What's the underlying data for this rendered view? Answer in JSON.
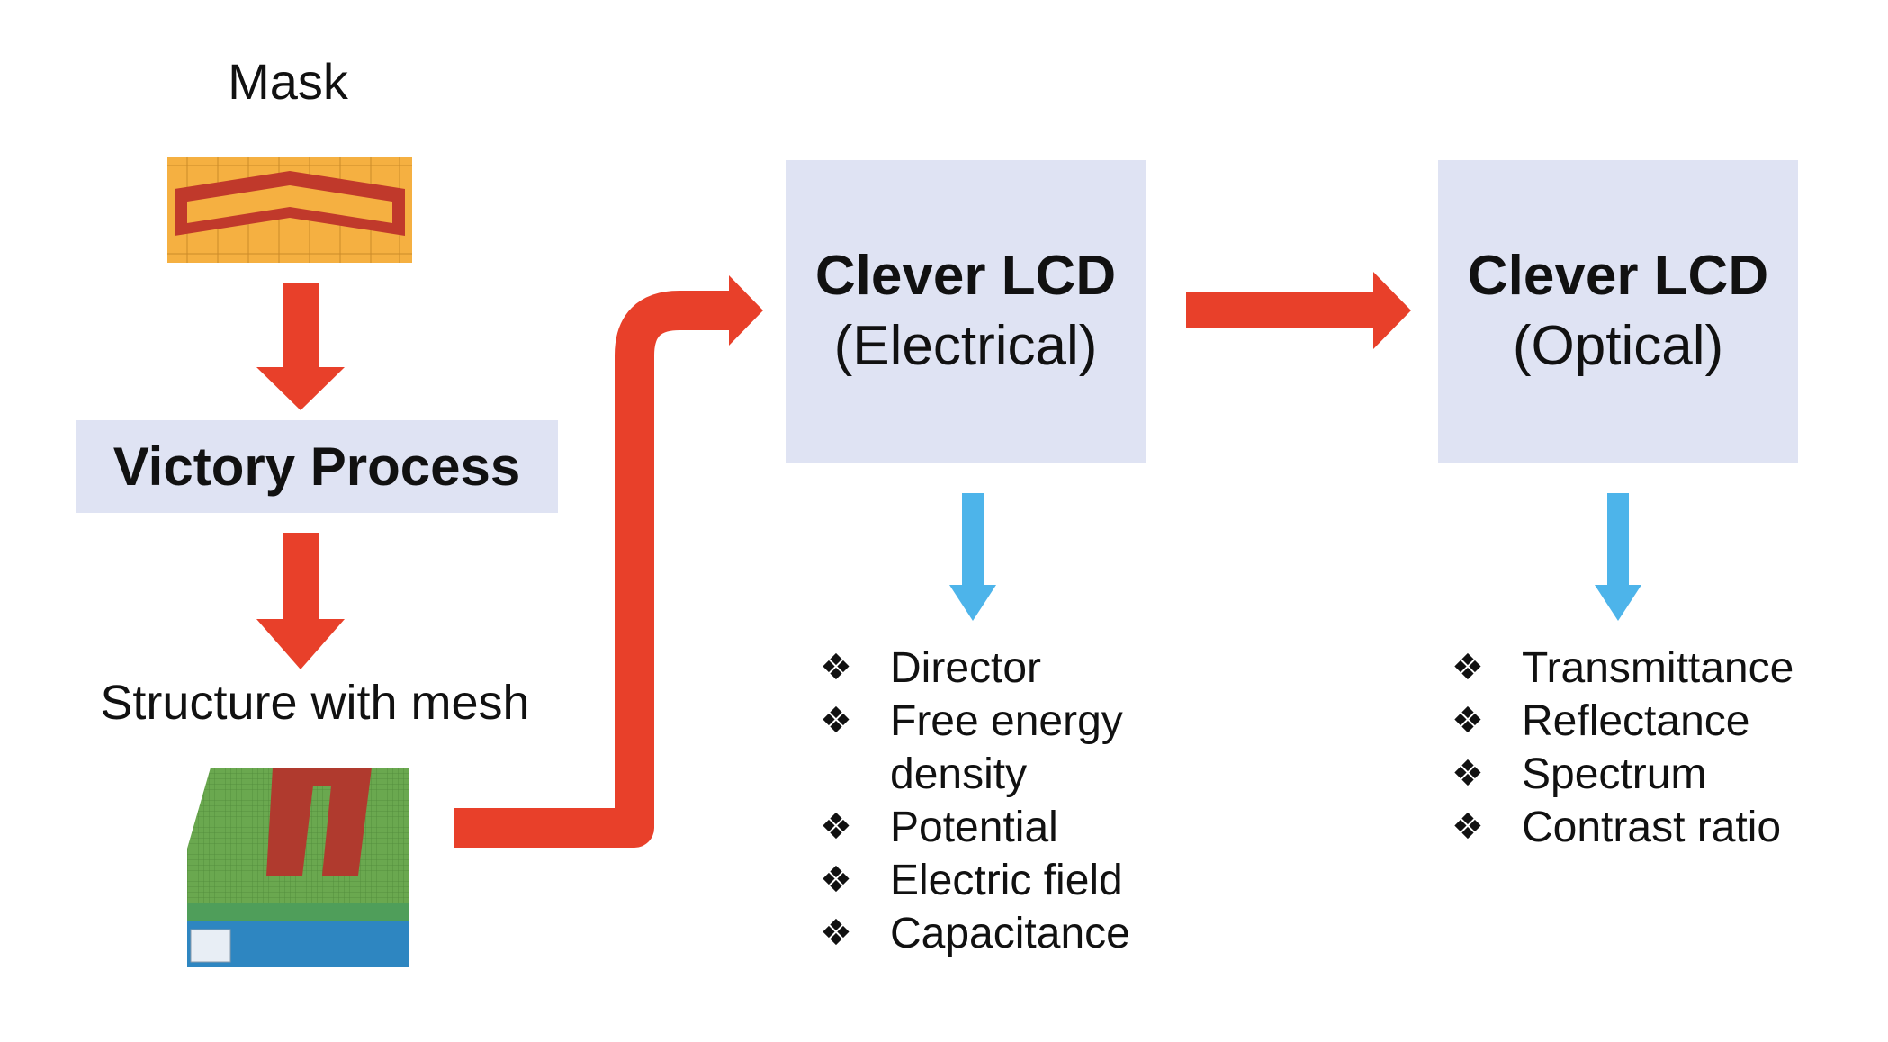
{
  "mask": {
    "label": "Mask"
  },
  "victory": {
    "label": "Victory Process"
  },
  "structure": {
    "label": "Structure with mesh"
  },
  "electrical": {
    "title": "Clever LCD",
    "subtitle": "(Electrical)",
    "outputs": [
      "Director",
      "Free energy density",
      "Potential",
      "Electric field",
      "Capacitance"
    ]
  },
  "optical": {
    "title": "Clever LCD",
    "subtitle": "(Optical)",
    "outputs": [
      "Transmittance",
      "Reflectance",
      "Spectrum",
      "Contrast ratio"
    ]
  },
  "bullet_glyph": "❖",
  "colors": {
    "flow_arrow": "#e8402a",
    "output_arrow": "#4db4ea",
    "box_fill": "#dfe3f3",
    "mask_background": "#f5b041",
    "electrode": "#c0392b",
    "mesh_green": "#6aa84f",
    "substrate_blue": "#2e86c1"
  }
}
